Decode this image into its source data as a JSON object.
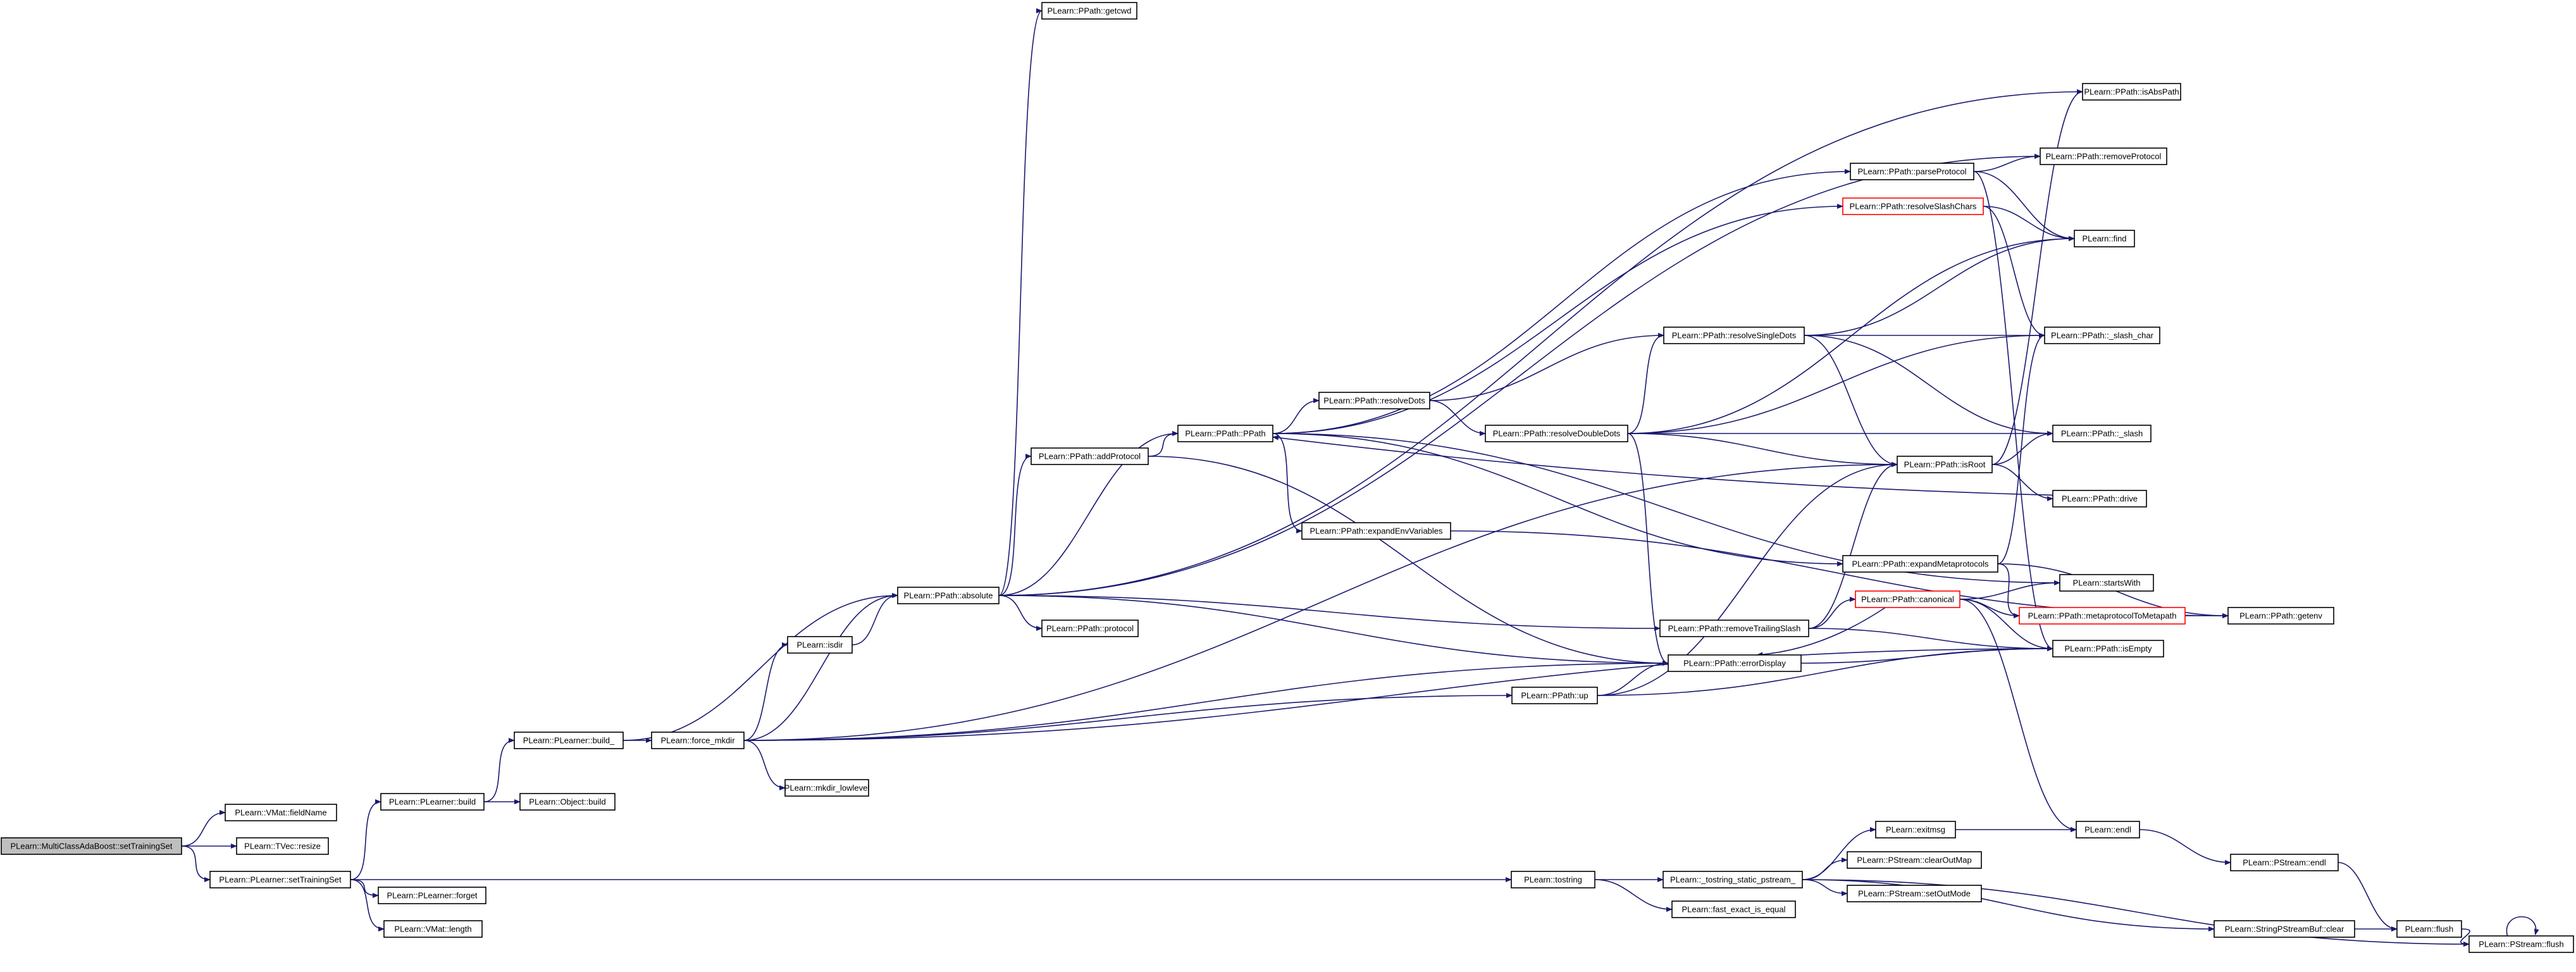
{
  "colors": {
    "edge": "#191970",
    "node_border": "#000000",
    "node_fill": "#ffffff",
    "root_fill": "#bfbfbf",
    "truncated_border": "#ff0000"
  },
  "nodes": [
    {
      "id": "mcab_setTrainingSet",
      "label": "PLearn::MultiClassAdaBoost::setTrainingSet",
      "root": true
    },
    {
      "id": "vmat_fieldName",
      "label": "PLearn::VMat::fieldName"
    },
    {
      "id": "tvec_resize",
      "label": "PLearn::TVec::resize"
    },
    {
      "id": "plearner_setTrainingSet",
      "label": "PLearn::PLearner::setTrainingSet"
    },
    {
      "id": "plearner_build",
      "label": "PLearn::PLearner::build"
    },
    {
      "id": "plearner_forget",
      "label": "PLearn::PLearner::forget"
    },
    {
      "id": "vmat_length",
      "label": "PLearn::VMat::length"
    },
    {
      "id": "plearner_build_",
      "label": "PLearn::PLearner::build_"
    },
    {
      "id": "object_build",
      "label": "PLearn::Object::build"
    },
    {
      "id": "force_mkdir",
      "label": "PLearn::force_mkdir"
    },
    {
      "id": "isdir",
      "label": "PLearn::isdir"
    },
    {
      "id": "mkdir_lowlevel",
      "label": "PLearn::mkdir_lowlevel"
    },
    {
      "id": "ppath_absolute",
      "label": "PLearn::PPath::absolute"
    },
    {
      "id": "ppath_getcwd",
      "label": "PLearn::PPath::getcwd"
    },
    {
      "id": "ppath_addProtocol",
      "label": "PLearn::PPath::addProtocol"
    },
    {
      "id": "ppath_protocol",
      "label": "PLearn::PPath::protocol"
    },
    {
      "id": "ppath_PPath",
      "label": "PLearn::PPath::PPath"
    },
    {
      "id": "ppath_resolveDots",
      "label": "PLearn::PPath::resolveDots"
    },
    {
      "id": "ppath_expandEnvVariables",
      "label": "PLearn::PPath::expandEnvVariables"
    },
    {
      "id": "ppath_resolveDoubleDots",
      "label": "PLearn::PPath::resolveDoubleDots"
    },
    {
      "id": "ppath_resolveSingleDots",
      "label": "PLearn::PPath::resolveSingleDots"
    },
    {
      "id": "ppath_parseProtocol",
      "label": "PLearn::PPath::parseProtocol"
    },
    {
      "id": "ppath_resolveSlashChars",
      "label": "PLearn::PPath::resolveSlashChars",
      "truncated": true
    },
    {
      "id": "ppath_isRoot",
      "label": "PLearn::PPath::isRoot"
    },
    {
      "id": "ppath_expandMetaprotocols",
      "label": "PLearn::PPath::expandMetaprotocols"
    },
    {
      "id": "ppath_canonical",
      "label": "PLearn::PPath::canonical",
      "truncated": true
    },
    {
      "id": "ppath_removeTrailingSlash",
      "label": "PLearn::PPath::removeTrailingSlash"
    },
    {
      "id": "ppath_errorDisplay",
      "label": "PLearn::PPath::errorDisplay"
    },
    {
      "id": "ppath_up",
      "label": "PLearn::PPath::up"
    },
    {
      "id": "ppath_isAbsPath",
      "label": "PLearn::PPath::isAbsPath"
    },
    {
      "id": "ppath_removeProtocol",
      "label": "PLearn::PPath::removeProtocol"
    },
    {
      "id": "ppath_find",
      "label": "PLearn::find"
    },
    {
      "id": "ppath_slash_char",
      "label": "PLearn::PPath::_slash_char"
    },
    {
      "id": "ppath_slash",
      "label": "PLearn::PPath::_slash"
    },
    {
      "id": "ppath_drive",
      "label": "PLearn::PPath::drive"
    },
    {
      "id": "startsWith",
      "label": "PLearn::startsWith"
    },
    {
      "id": "ppath_metaprotocolToMetapath",
      "label": "PLearn::PPath::metaprotocolToMetapath",
      "truncated": true
    },
    {
      "id": "ppath_getenv",
      "label": "PLearn::PPath::getenv"
    },
    {
      "id": "ppath_isEmpty",
      "label": "PLearn::PPath::isEmpty"
    },
    {
      "id": "tostring",
      "label": "PLearn::tostring"
    },
    {
      "id": "tostring_static_pstream",
      "label": "PLearn::_tostring_static_pstream_"
    },
    {
      "id": "fast_exact_is_equal",
      "label": "PLearn::fast_exact_is_equal"
    },
    {
      "id": "exitmsg",
      "label": "PLearn::exitmsg"
    },
    {
      "id": "pstream_clearOutMap",
      "label": "PLearn::PStream::clearOutMap"
    },
    {
      "id": "pstream_setOutMode",
      "label": "PLearn::PStream::setOutMode"
    },
    {
      "id": "endl",
      "label": "PLearn::endl"
    },
    {
      "id": "pstream_endl",
      "label": "PLearn::PStream::endl"
    },
    {
      "id": "stringpstreambuf_clear",
      "label": "PLearn::StringPStreamBuf::clear"
    },
    {
      "id": "flush",
      "label": "PLearn::flush"
    },
    {
      "id": "pstream_flush",
      "label": "PLearn::PStream::flush"
    }
  ],
  "edges": [
    [
      "mcab_setTrainingSet",
      "vmat_fieldName"
    ],
    [
      "mcab_setTrainingSet",
      "tvec_resize"
    ],
    [
      "mcab_setTrainingSet",
      "plearner_setTrainingSet"
    ],
    [
      "plearner_setTrainingSet",
      "plearner_build"
    ],
    [
      "plearner_setTrainingSet",
      "plearner_forget"
    ],
    [
      "plearner_setTrainingSet",
      "vmat_length"
    ],
    [
      "plearner_setTrainingSet",
      "tostring"
    ],
    [
      "plearner_build",
      "plearner_build_"
    ],
    [
      "plearner_build",
      "object_build"
    ],
    [
      "plearner_build_",
      "force_mkdir"
    ],
    [
      "plearner_build_",
      "ppath_absolute"
    ],
    [
      "force_mkdir",
      "isdir"
    ],
    [
      "force_mkdir",
      "ppath_absolute"
    ],
    [
      "force_mkdir",
      "mkdir_lowlevel"
    ],
    [
      "force_mkdir",
      "ppath_isEmpty"
    ],
    [
      "force_mkdir",
      "ppath_up"
    ],
    [
      "force_mkdir",
      "ppath_isRoot"
    ],
    [
      "force_mkdir",
      "ppath_errorDisplay"
    ],
    [
      "isdir",
      "ppath_absolute"
    ],
    [
      "ppath_absolute",
      "ppath_getcwd"
    ],
    [
      "ppath_absolute",
      "ppath_isAbsPath"
    ],
    [
      "ppath_absolute",
      "ppath_removeProtocol"
    ],
    [
      "ppath_absolute",
      "ppath_addProtocol"
    ],
    [
      "ppath_absolute",
      "ppath_PPath"
    ],
    [
      "ppath_absolute",
      "ppath_protocol"
    ],
    [
      "ppath_absolute",
      "ppath_errorDisplay"
    ],
    [
      "ppath_absolute",
      "ppath_removeTrailingSlash"
    ],
    [
      "ppath_addProtocol",
      "ppath_PPath"
    ],
    [
      "ppath_addProtocol",
      "ppath_errorDisplay"
    ],
    [
      "ppath_PPath",
      "ppath_parseProtocol"
    ],
    [
      "ppath_PPath",
      "ppath_resolveSlashChars"
    ],
    [
      "ppath_PPath",
      "ppath_resolveDots"
    ],
    [
      "ppath_PPath",
      "ppath_expandEnvVariables"
    ],
    [
      "ppath_PPath",
      "ppath_expandMetaprotocols"
    ],
    [
      "ppath_PPath",
      "startsWith"
    ],
    [
      "ppath_resolveDots",
      "ppath_resolveSingleDots"
    ],
    [
      "ppath_resolveDots",
      "ppath_resolveDoubleDots"
    ],
    [
      "ppath_resolveDoubleDots",
      "ppath_resolveSingleDots"
    ],
    [
      "ppath_resolveDoubleDots",
      "ppath_find"
    ],
    [
      "ppath_resolveDoubleDots",
      "ppath_slash_char"
    ],
    [
      "ppath_resolveDoubleDots",
      "ppath_slash"
    ],
    [
      "ppath_resolveDoubleDots",
      "ppath_isRoot"
    ],
    [
      "ppath_resolveDoubleDots",
      "ppath_errorDisplay"
    ],
    [
      "ppath_resolveSingleDots",
      "ppath_find"
    ],
    [
      "ppath_resolveSingleDots",
      "ppath_slash_char"
    ],
    [
      "ppath_resolveSingleDots",
      "ppath_slash"
    ],
    [
      "ppath_resolveSingleDots",
      "ppath_isRoot"
    ],
    [
      "ppath_parseProtocol",
      "ppath_removeProtocol"
    ],
    [
      "ppath_parseProtocol",
      "ppath_find"
    ],
    [
      "ppath_parseProtocol",
      "ppath_isEmpty"
    ],
    [
      "ppath_resolveSlashChars",
      "ppath_find"
    ],
    [
      "ppath_resolveSlashChars",
      "ppath_slash_char"
    ],
    [
      "ppath_isRoot",
      "ppath_isAbsPath"
    ],
    [
      "ppath_isRoot",
      "ppath_slash"
    ],
    [
      "ppath_isRoot",
      "ppath_drive"
    ],
    [
      "ppath_drive",
      "ppath_PPath"
    ],
    [
      "ppath_expandMetaprotocols",
      "ppath_metaprotocolToMetapath"
    ],
    [
      "ppath_expandMetaprotocols",
      "ppath_getenv"
    ],
    [
      "ppath_expandMetaprotocols",
      "ppath_slash_char"
    ],
    [
      "ppath_expandEnvVariables",
      "ppath_getenv"
    ],
    [
      "ppath_removeTrailingSlash",
      "ppath_isRoot"
    ],
    [
      "ppath_removeTrailingSlash",
      "ppath_canonical"
    ],
    [
      "ppath_removeTrailingSlash",
      "ppath_isEmpty"
    ],
    [
      "ppath_canonical",
      "startsWith"
    ],
    [
      "ppath_canonical",
      "ppath_metaprotocolToMetapath"
    ],
    [
      "ppath_canonical",
      "ppath_isEmpty"
    ],
    [
      "ppath_canonical",
      "ppath_errorDisplay"
    ],
    [
      "ppath_canonical",
      "endl"
    ],
    [
      "ppath_metaprotocolToMetapath",
      "ppath_getenv"
    ],
    [
      "ppath_up",
      "ppath_isRoot"
    ],
    [
      "ppath_up",
      "ppath_errorDisplay"
    ],
    [
      "ppath_up",
      "ppath_isEmpty"
    ],
    [
      "ppath_errorDisplay",
      "ppath_isEmpty"
    ],
    [
      "tostring",
      "tostring_static_pstream"
    ],
    [
      "tostring",
      "fast_exact_is_equal"
    ],
    [
      "tostring_static_pstream",
      "exitmsg"
    ],
    [
      "tostring_static_pstream",
      "pstream_clearOutMap"
    ],
    [
      "tostring_static_pstream",
      "pstream_setOutMode"
    ],
    [
      "tostring_static_pstream",
      "stringpstreambuf_clear"
    ],
    [
      "tostring_static_pstream",
      "pstream_flush"
    ],
    [
      "exitmsg",
      "endl"
    ],
    [
      "endl",
      "pstream_endl"
    ],
    [
      "pstream_endl",
      "flush"
    ],
    [
      "stringpstreambuf_clear",
      "flush"
    ],
    [
      "flush",
      "pstream_flush"
    ],
    [
      "pstream_flush",
      "pstream_flush"
    ]
  ]
}
